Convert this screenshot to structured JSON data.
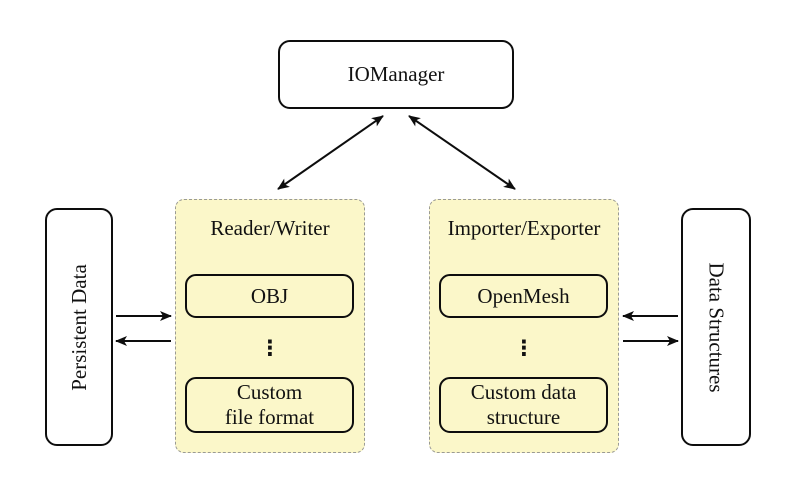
{
  "diagram": {
    "io_manager": {
      "label": "IOManager"
    },
    "persistent_data": {
      "label": "Persistent Data"
    },
    "data_structures": {
      "label": "Data Structures"
    },
    "reader_writer": {
      "title": "Reader/Writer",
      "item_top": "OBJ",
      "ellipsis": "⋮",
      "item_bottom": "Custom\nfile format"
    },
    "importer_exporter": {
      "title": "Importer/Exporter",
      "item_top": "OpenMesh",
      "ellipsis": "⋮",
      "item_bottom": "Custom data\nstructure"
    },
    "arrows": [
      "iomanager-readerwriter-bidirectional",
      "iomanager-importerexporter-bidirectional",
      "persistentdata-to-readerwriter",
      "readerwriter-to-persistentdata",
      "datastructures-to-importerexporter",
      "importerexporter-to-datastructures"
    ]
  },
  "colors": {
    "panel_fill": "#fbf7c9",
    "panel_dashed_border": "#9a9a94",
    "box_border": "#0d0d0d",
    "arrow": "#0d0d0d",
    "background": "#ffffff"
  }
}
